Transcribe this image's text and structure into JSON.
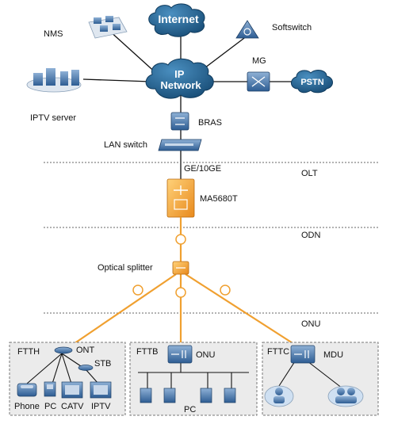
{
  "nodes": {
    "internet": "Internet",
    "ip_network": "IP\nNetwork",
    "pstn": "PSTN",
    "nms": "NMS",
    "softswitch": "Softswitch",
    "mg": "MG",
    "iptv_server": "IPTV server",
    "bras": "BRAS",
    "lan_switch": "LAN switch",
    "uplink": "GE/10GE",
    "olt_device": "MA5680T",
    "optical_splitter": "Optical splitter"
  },
  "layers": {
    "olt": "OLT",
    "odn": "ODN",
    "onu": "ONU"
  },
  "boxes": {
    "ftth": {
      "title": "FTTH",
      "ont": "ONT",
      "stb": "STB",
      "terminals": [
        "Phone",
        "PC",
        "CATV",
        "IPTV"
      ]
    },
    "fttb": {
      "title": "FTTB",
      "device": "ONU",
      "terminals": "PC"
    },
    "fttc": {
      "title": "FTTC",
      "device": "MDU"
    }
  },
  "colors": {
    "cloud": "#1f5f8b",
    "device": "#3b6ea5",
    "olt": "#f0a030",
    "fiber": "#f0a030",
    "box_bg": "#ebebeb"
  }
}
